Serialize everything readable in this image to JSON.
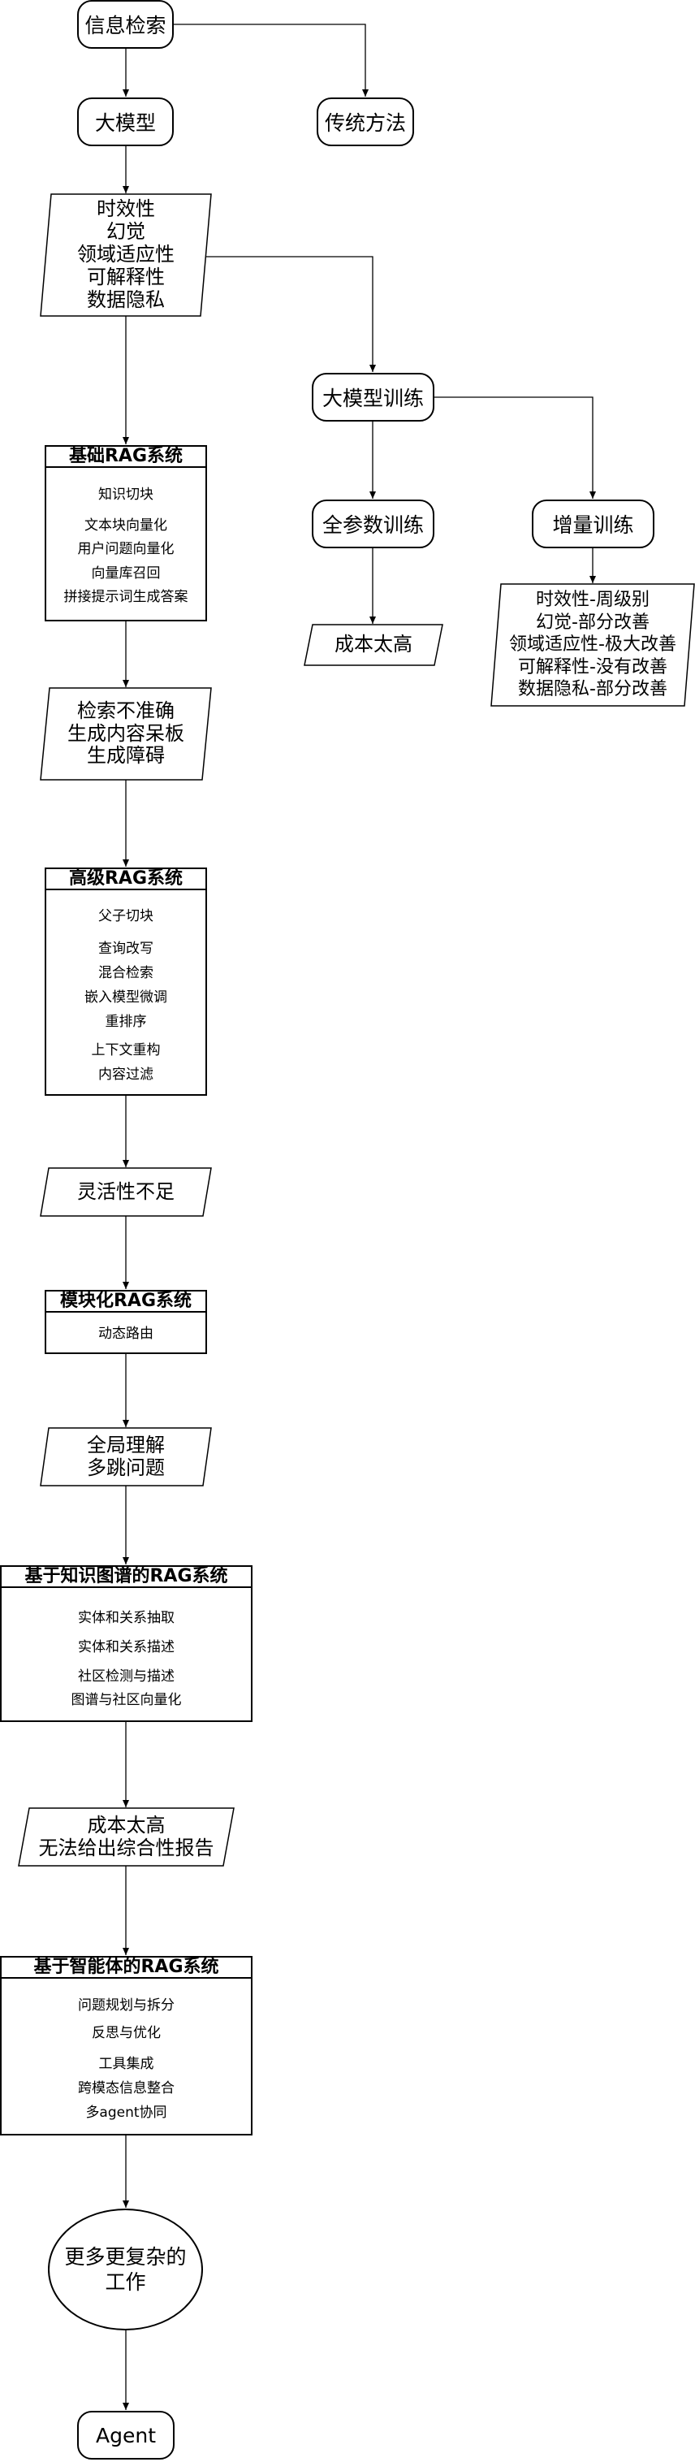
{
  "nodes": {
    "info_retrieval": "信息检索",
    "llm": "大模型",
    "traditional": "传统方法",
    "llm_problems": [
      "时效性",
      "幻觉",
      "领域适应性",
      "可解释性",
      "数据隐私"
    ],
    "llm_training": "大模型训练",
    "full_param": "全参数训练",
    "incremental": "增量训练",
    "cost_high": "成本太高",
    "incremental_results": [
      "时效性-周级别",
      "幻觉-部分改善",
      "领域适应性-极大改善",
      "可解释性-没有改善",
      "数据隐私-部分改善"
    ],
    "basic_rag": {
      "title": "基础RAG系统",
      "items": [
        "知识切块",
        "文本块向量化",
        "用户问题向量化",
        "向量库召回",
        "拼接提示词生成答案"
      ]
    },
    "basic_problems": [
      "检索不准确",
      "生成内容呆板",
      "生成障碍"
    ],
    "advanced_rag": {
      "title": "高级RAG系统",
      "items": [
        "父子切块",
        "查询改写",
        "混合检索",
        "嵌入模型微调",
        "重排序",
        "上下文重构",
        "内容过滤"
      ]
    },
    "flex_problem": "灵活性不足",
    "modular_rag": {
      "title": "模块化RAG系统",
      "items": [
        "动态路由"
      ]
    },
    "global_problems": [
      "全局理解",
      "多跳问题"
    ],
    "kg_rag": {
      "title": "基于知识图谱的RAG系统",
      "items": [
        "实体和关系抽取",
        "实体和关系描述",
        "社区检测与描述",
        "图谱与社区向量化"
      ]
    },
    "kg_problems": [
      "成本太高",
      "无法给出综合性报告"
    ],
    "agent_rag": {
      "title": "基于智能体的RAG系统",
      "items": [
        "问题规划与拆分",
        "反思与优化",
        "工具集成",
        "跨模态信息整合",
        "多agent协同"
      ]
    },
    "future": "更多更复杂的工作",
    "agent": "Agent"
  }
}
